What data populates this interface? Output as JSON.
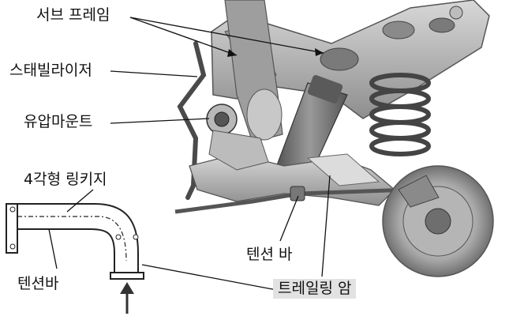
{
  "labels": {
    "subframe": "서브 프레임",
    "stabilizer": "스태빌라이저",
    "hydro_mount": "유압마운트",
    "four_bar_linkage": "4각형 링키지",
    "tension_bar_left": "텐션바",
    "tension_bar": "텐션 바",
    "trailing_arm": "트레일링 암"
  },
  "colors": {
    "ink": "#111111",
    "metal_dark": "#555555",
    "metal_mid": "#8a8a8a",
    "metal_light": "#c4c4c4",
    "label_box": "#e2e2e2"
  }
}
